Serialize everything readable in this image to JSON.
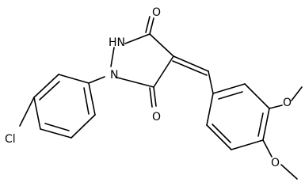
{
  "molecule": {
    "atoms": {
      "o_top": "O",
      "nh": "HN",
      "n1": "N",
      "o_bottom": "O",
      "cl": "Cl",
      "o_methoxy_upper": "O",
      "o_methoxy_lower": "O"
    }
  }
}
